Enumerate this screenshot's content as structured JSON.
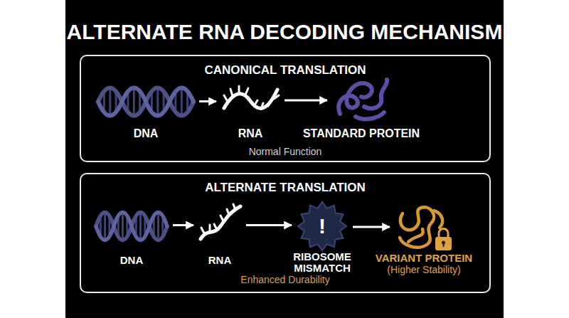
{
  "diagram": {
    "title": "ALTERNATE RNA DECODING MECHANISM",
    "nodes": [
      {
        "text": [
          "CANONICAL TRANSLATION",
          "Normal Function"
        ]
      },
      {
        "text": [
          "DNA"
        ],
        "in": 0
      },
      {
        "text": [
          "RNA"
        ],
        "in": 0
      },
      {
        "text": [
          "STANDARD PROTEIN"
        ],
        "in": 0
      },
      {
        "text": [
          "ALTERNATE TRANSLATION",
          "Enhanced Durability"
        ]
      },
      {
        "text": [
          "DNA"
        ],
        "in": 4
      },
      {
        "text": [
          "RNA"
        ],
        "in": 4
      },
      {
        "text": [
          "!",
          "RIBOSOME MISMATCH"
        ],
        "in": 4
      },
      {
        "text": [
          "VARIANT PROTEIN",
          "(Higher Stability)"
        ],
        "in": 4
      }
    ],
    "edges": [
      {
        "from": 1,
        "to": 2,
        "arrow": "to"
      },
      {
        "from": 2,
        "to": 3,
        "arrow": "to"
      },
      {
        "from": 5,
        "to": 6,
        "arrow": "to"
      },
      {
        "from": 6,
        "to": 7,
        "arrow": "to"
      },
      {
        "from": 7,
        "to": 8,
        "arrow": "to"
      }
    ]
  }
}
